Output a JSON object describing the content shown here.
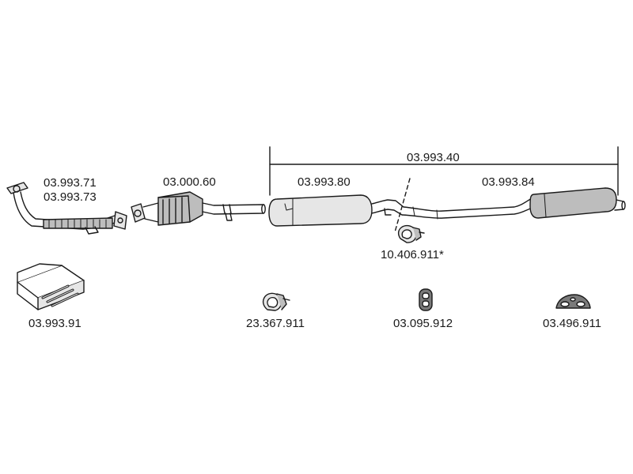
{
  "labels": {
    "manifold_a": "03.993.71",
    "manifold_b": "03.993.73",
    "catalyst": "03.000.60",
    "assembly": "03.993.40",
    "front_silencer": "03.993.80",
    "rear_silencer": "03.993.84",
    "clamp_mid": "10.406.911*",
    "mounting_kit": "03.993.91",
    "clamp": "23.367.911",
    "rubber_mount": "03.095.912",
    "rubber_hanger": "03.496.911"
  },
  "colors": {
    "line": "#1a1a1a",
    "fill_light": "#e6e6e6",
    "fill_mid": "#bdbdbd",
    "fill_dark": "#7a7a7a"
  }
}
